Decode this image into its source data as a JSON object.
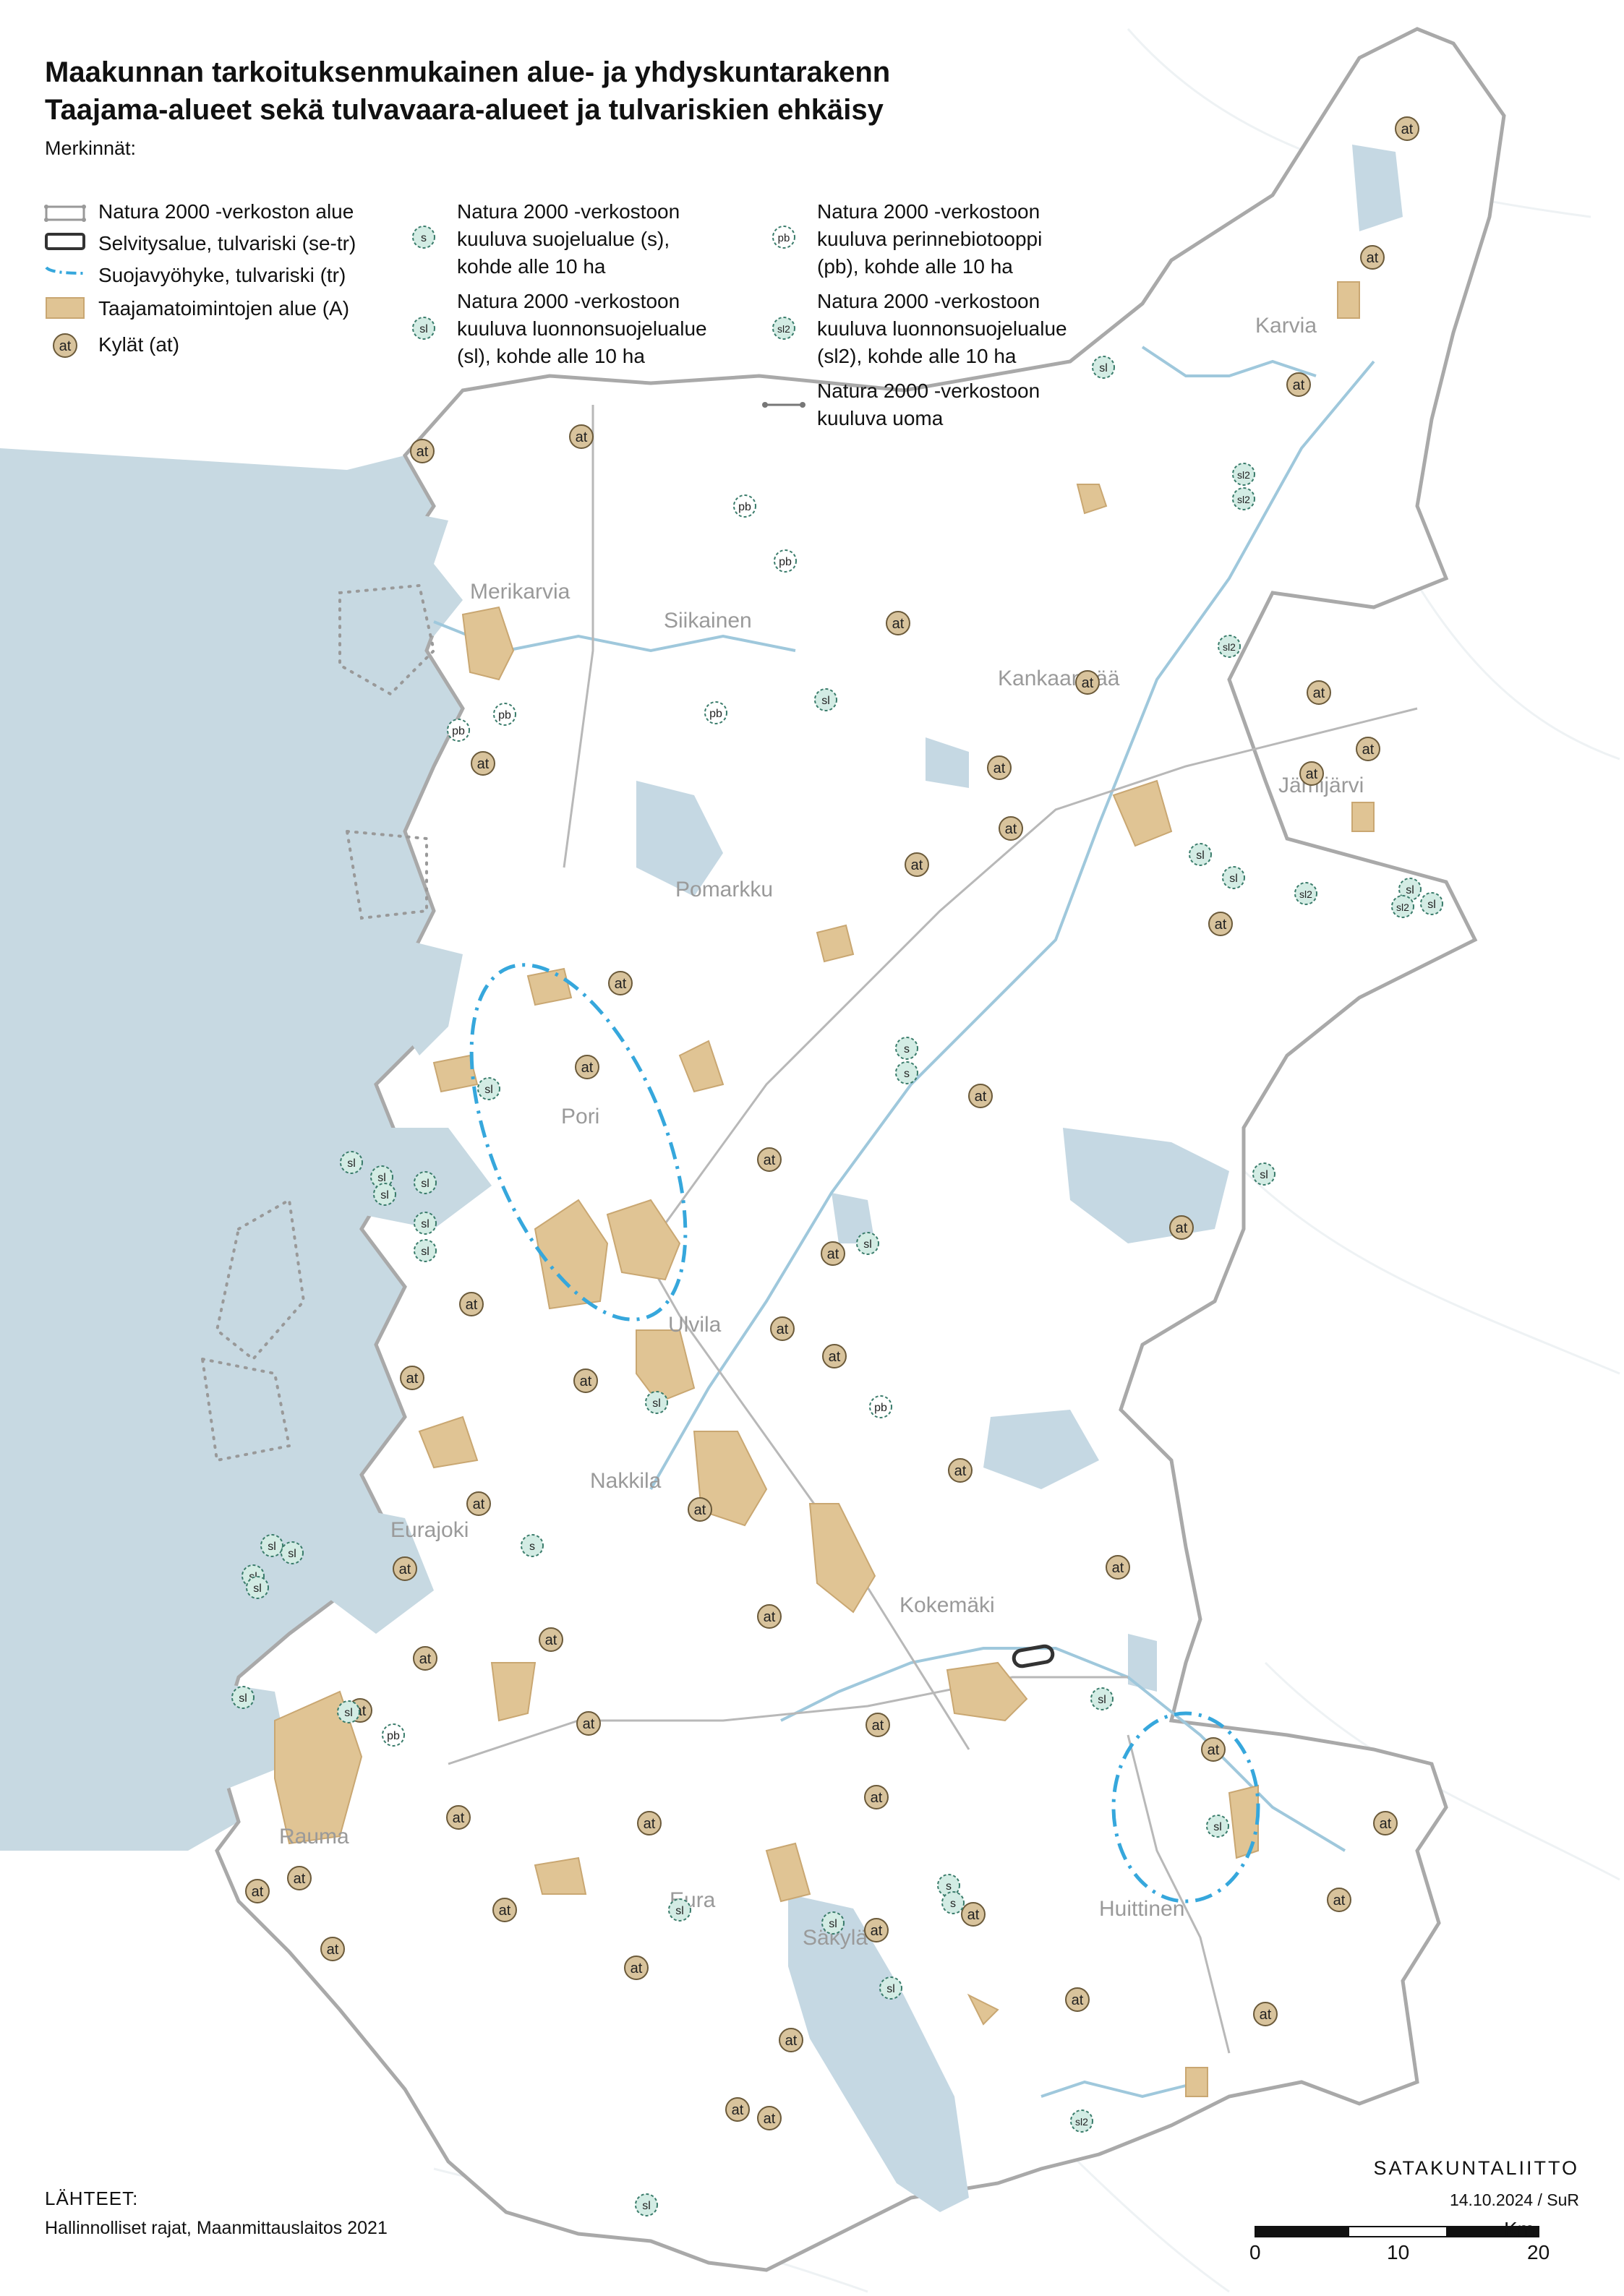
{
  "title": {
    "line1": "Maakunnan tarkoituksenmukainen alue- ja yhdyskuntarakenn",
    "line2": "Taajama-alueet sekä tulvavaara-alueet ja tulvariskien ehkäisy"
  },
  "legend": {
    "heading": "Merkinnät:",
    "col1": [
      {
        "label": "Natura 2000 -verkoston alue"
      },
      {
        "label": "Selvitysalue, tulvariski (se-tr)"
      },
      {
        "label": "Suojavyöhyke, tulvariski (tr)"
      },
      {
        "label": "Taajamatoimintojen alue (A)"
      },
      {
        "label": "Kylät (at)"
      }
    ],
    "col2": [
      {
        "symbol": "s",
        "label": "Natura 2000 -verkostoon\nkuuluva suojelualue (s),\nkohde alle 10 ha"
      },
      {
        "symbol": "sl",
        "label": "Natura 2000 -verkostoon\nkuuluva luonnonsuojelualue\n(sl), kohde alle 10 ha"
      }
    ],
    "col3": [
      {
        "symbol": "pb",
        "label": "Natura 2000 -verkostoon\nkuuluva perinnebiotooppi\n(pb), kohde alle 10 ha"
      },
      {
        "symbol": "sl2",
        "label": "Natura 2000 -verkostoon\nkuuluva luonnonsuojelualue\n(sl2), kohde alle 10 ha"
      },
      {
        "label": "Natura 2000 -verkostoon\nkuuluva uoma"
      }
    ],
    "village_symbol": "at"
  },
  "places": [
    "Merikarvia",
    "Siikainen",
    "Kankaanpää",
    "Jämijärvi",
    "Karvia",
    "Pomarkku",
    "Pori",
    "Ulvila",
    "Nakkila",
    "Eurajoki",
    "Kokemäki",
    "Rauma",
    "Eura",
    "Säkylä",
    "Huittinen"
  ],
  "sources": {
    "heading": "LÄHTEET:",
    "text": "Hallinnolliset rajat, Maanmittauslaitos 2021"
  },
  "credits": {
    "org": "SATAKUNTALIITTO",
    "date": "14.10.2024 / SuR"
  },
  "scale": {
    "unit": "Km",
    "ticks": [
      "0",
      "10",
      "20"
    ]
  },
  "colors": {
    "sea": "#c7d9e2",
    "lake": "#c5d8e3",
    "urban": "#e0c494",
    "urban_edge": "#c9a772",
    "village_fill": "#d8c39c",
    "natura_symbol": "#d3ece4",
    "natura_edge": "#3a7c6b",
    "flood_zone": "#36a7dc",
    "river": "#9fc8dc",
    "boundary": "#a9a9a9"
  }
}
